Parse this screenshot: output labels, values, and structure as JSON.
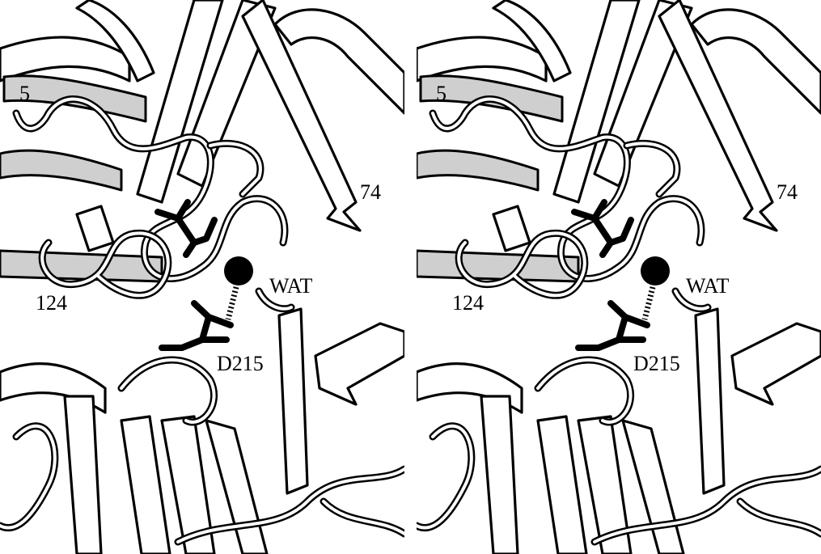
{
  "figure": {
    "description_type": "stereo ribbon diagram of protein structure",
    "panels": [
      {
        "id": "left",
        "labels": {
          "residue_5": "5",
          "residue_74": "74",
          "residue_124": "124",
          "water": "WAT",
          "aspartate": "D215"
        }
      },
      {
        "id": "right",
        "labels": {
          "residue_5": "5",
          "residue_74": "74",
          "residue_124": "124",
          "water": "WAT",
          "aspartate": "D215"
        }
      }
    ],
    "colors": {
      "ink": "#000000",
      "paper": "#ffffff",
      "shading": "#cfcfcf"
    }
  }
}
